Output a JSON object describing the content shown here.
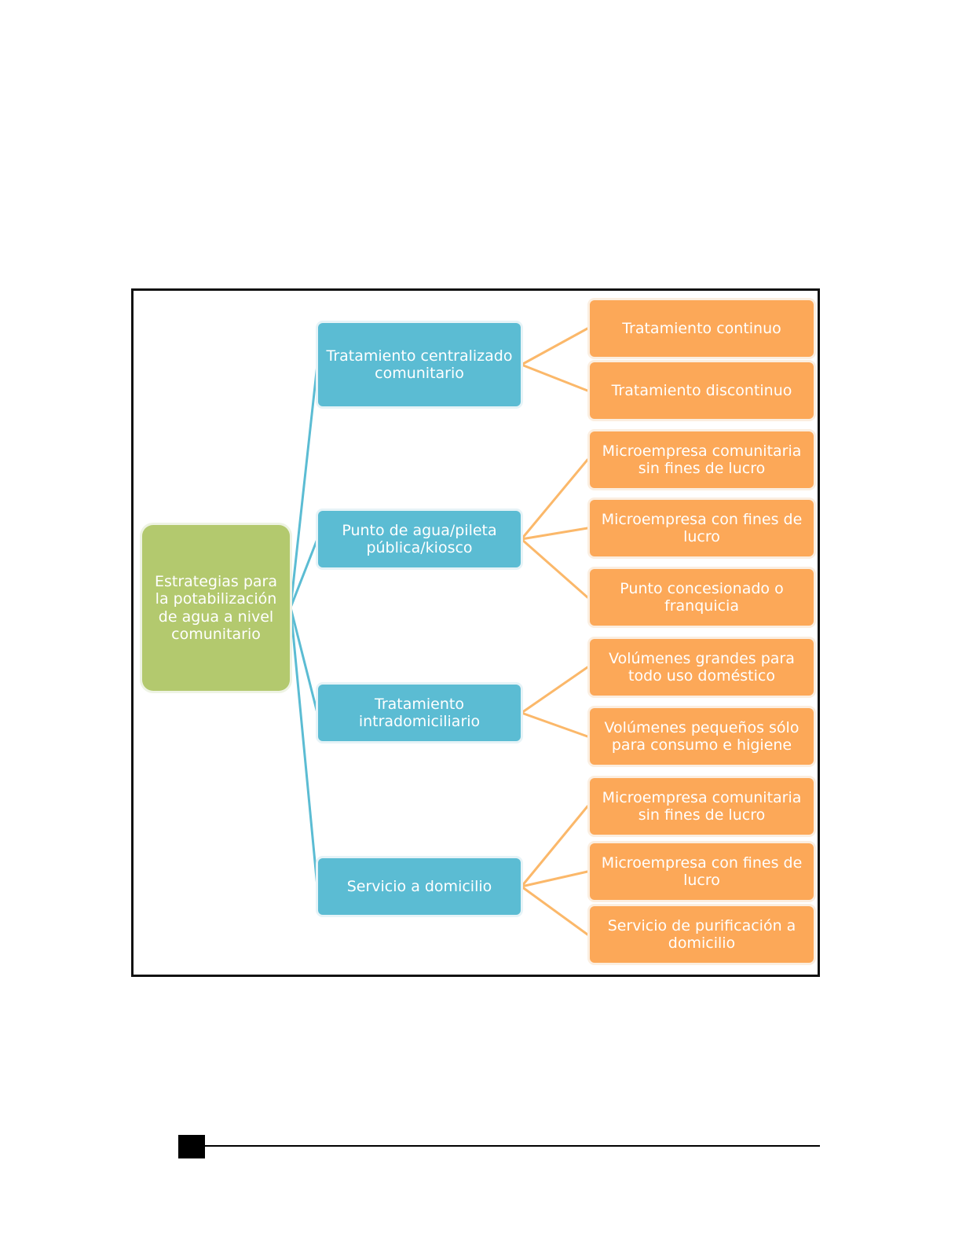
{
  "colors": {
    "root": "#b3c96e",
    "category": "#5bbcd3",
    "leaf": "#fca858",
    "root_link": "#5bbcd3",
    "leaf_link": "#fbb86a"
  },
  "diagram": {
    "root": {
      "label": "Estrategias para la potabilización de agua a nivel comunitario"
    },
    "categories": [
      {
        "label": "Tratamiento centralizado comunitario",
        "children": [
          "Tratamiento continuo",
          "Tratamiento discontinuo"
        ]
      },
      {
        "label": "Punto de agua/pileta pública/kiosco",
        "children": [
          "Microempresa comunitaria sin fines de lucro",
          "Microempresa con fines de lucro",
          "Punto concesionado o franquicia"
        ]
      },
      {
        "label": "Tratamiento intradomiciliario",
        "children": [
          "Volúmenes grandes para todo uso doméstico",
          "Volúmenes pequeños sólo para consumo e higiene"
        ]
      },
      {
        "label": "Servicio a domicilio",
        "children": [
          "Microempresa comunitaria sin fines de lucro",
          "Microempresa con fines de lucro",
          "Servicio de purificación a domicilio"
        ]
      }
    ]
  }
}
